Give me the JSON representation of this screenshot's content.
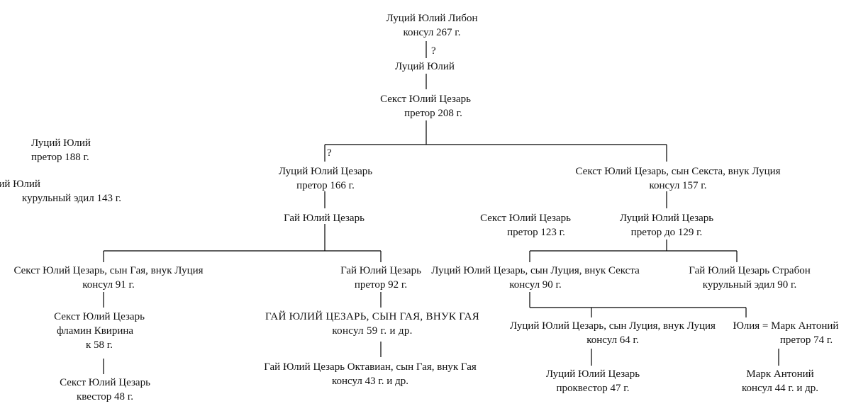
{
  "nodes": {
    "libo": {
      "name": "Луций Юлий Либон",
      "title": "консул 267 г."
    },
    "lucius1": {
      "name": "Луций Юлий"
    },
    "sextus208": {
      "name": "Секст Юлий Цезарь",
      "title": "претор 208 г."
    },
    "lucius188": {
      "name": "Луций Юлий",
      "title": "претор 188 г."
    },
    "lucius143": {
      "name": "Луций Юлий",
      "title": "курульный эдил 143 г."
    },
    "lucius166": {
      "name": "Луций Юлий Цезарь",
      "title": "претор 166 г."
    },
    "sextus157": {
      "name": "Секст Юлий Цезарь, сын Секста, внук Луция",
      "title": "консул 157 г."
    },
    "gaius_a": {
      "name": "Гай Юлий Цезарь"
    },
    "sextus123": {
      "name": "Секст Юлий Цезарь",
      "title": "претор 123 г."
    },
    "lucius129": {
      "name": "Луций Юлий Цезарь",
      "title": "претор до 129 г."
    },
    "sextus91": {
      "name": "Секст Юлий Цезарь, сын Гая, внук Луция",
      "title": "консул 91 г."
    },
    "gaius92": {
      "name": "Гай Юлий Цезарь",
      "title": "претор 92 г."
    },
    "lucius90": {
      "name": "Луций Юлий Цезарь, сын Луция, внук Секста",
      "title": "консул 90 г."
    },
    "strabo": {
      "name": "Гай Юлий Цезарь Страбон",
      "title": "курульный эдил 90 г."
    },
    "sextus_flamen": {
      "name": "Секст Юлий Цезарь",
      "title": "фламин Квирина",
      "title2": "к 58 г."
    },
    "caesar": {
      "name": "ГАЙ ЮЛИЙ ЦЕЗАРЬ, СЫН ГАЯ, ВНУК ГАЯ",
      "title": "консул 59 г. и др."
    },
    "lucius64": {
      "name": "Луций Юлий Цезарь, сын Луция, внук Луция",
      "title": "консул 64 г."
    },
    "julia": {
      "name": "Юлия = Марк Антоний",
      "title": "претор 74 г."
    },
    "sextus48": {
      "name": "Секст Юлий Цезарь",
      "title": "квестор 48 г."
    },
    "octavian": {
      "name": "Гай Юлий Цезарь Октавиан, сын Гая, внук Гая",
      "title": "консул 43 г. и др."
    },
    "lucius47": {
      "name": "Луций Юлий Цезарь",
      "title": "проквестор 47 г."
    },
    "antony": {
      "name": "Марк Антоний",
      "title": "консул 44 г. и др."
    }
  },
  "marks": {
    "uncertain1": "?",
    "uncertain2": "?"
  },
  "colors": {
    "line": "#000000",
    "text": "#111111"
  }
}
